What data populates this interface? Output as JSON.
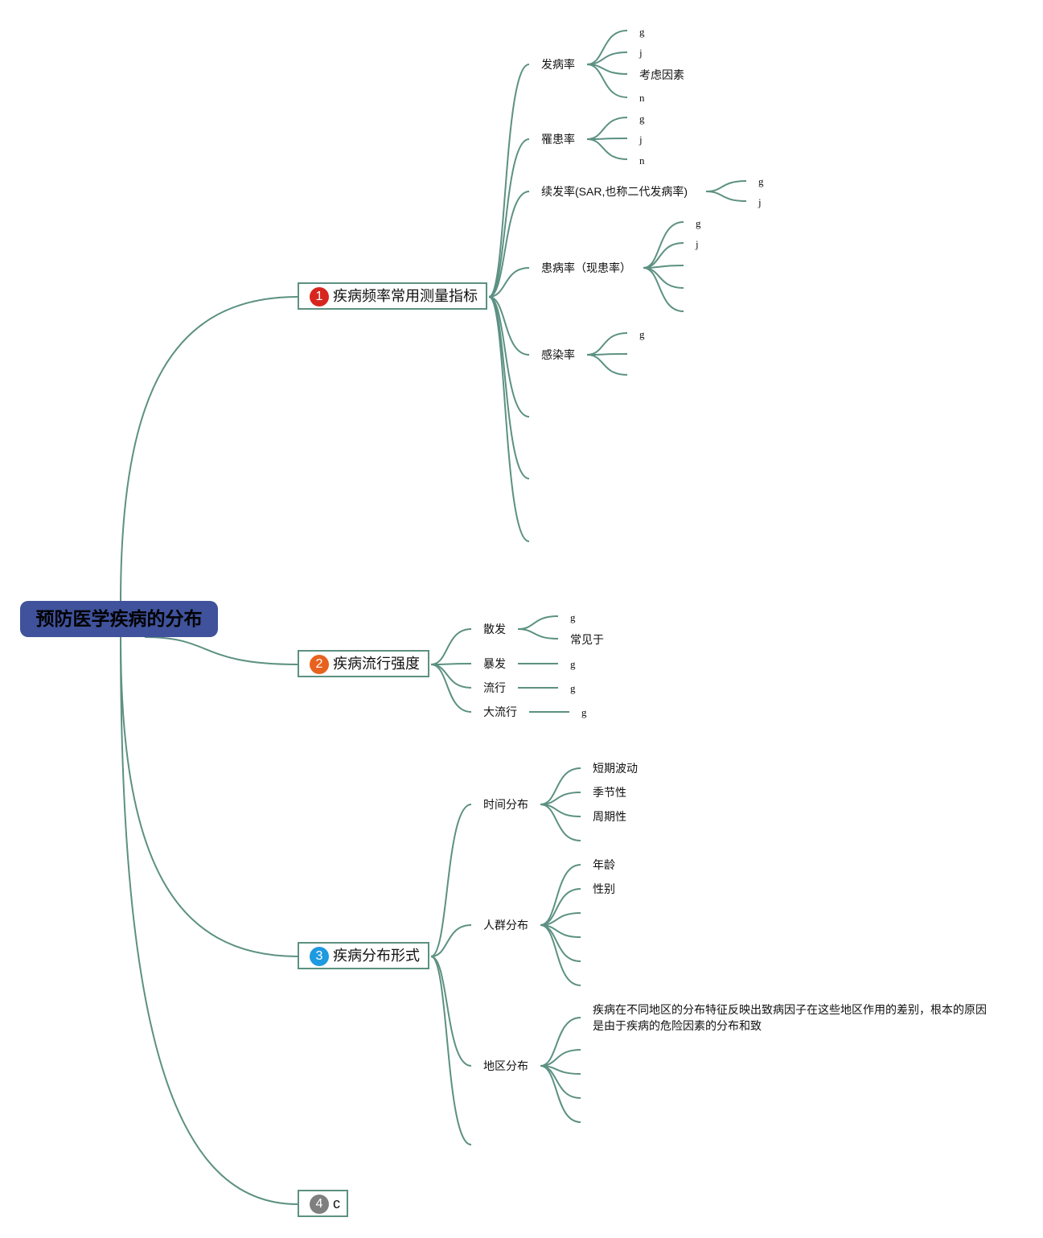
{
  "root": {
    "label": "预防医学疾病的分布",
    "color": "#3f529b"
  },
  "line_color": "#5c9182",
  "branches": [
    {
      "number": "1",
      "badge_color": "#d7261e",
      "label": "疾病频率常用测量指标",
      "children": [
        {
          "label": "发病率",
          "leaves": [
            "g",
            "j",
            "考虑因素",
            "n"
          ]
        },
        {
          "label": "罹患率",
          "leaves": [
            "g",
            "j",
            "n"
          ]
        },
        {
          "label": "续发率(SAR,也称二代发病率)",
          "leaves": [
            "g",
            "j"
          ]
        },
        {
          "label": "患病率（现患率）",
          "leaves": [
            "g",
            "j"
          ]
        },
        {
          "label": "感染率",
          "leaves": [
            "g"
          ]
        }
      ]
    },
    {
      "number": "2",
      "badge_color": "#e8621f",
      "label": "疾病流行强度",
      "children": [
        {
          "label": "散发",
          "leaves": [
            "g",
            "常见于"
          ]
        },
        {
          "label": "暴发",
          "leaves": [
            "g"
          ]
        },
        {
          "label": "流行",
          "leaves": [
            "g"
          ]
        },
        {
          "label": "大流行",
          "leaves": [
            "g"
          ]
        }
      ]
    },
    {
      "number": "3",
      "badge_color": "#1e9ae0",
      "label": "疾病分布形式",
      "children": [
        {
          "label": "时间分布",
          "leaves": [
            "短期波动",
            "季节性",
            "周期性"
          ]
        },
        {
          "label": "人群分布",
          "leaves": [
            "年龄",
            "性别"
          ]
        },
        {
          "label": "地区分布",
          "leaves": [
            "疾病在不同地区的分布特征反映出致病因子在这些地区作用的差别，根本的原因是由于疾病的危险因素的分布和致"
          ]
        }
      ]
    },
    {
      "number": "4",
      "badge_color": "#7f7f7f",
      "label": "c",
      "children": []
    }
  ]
}
